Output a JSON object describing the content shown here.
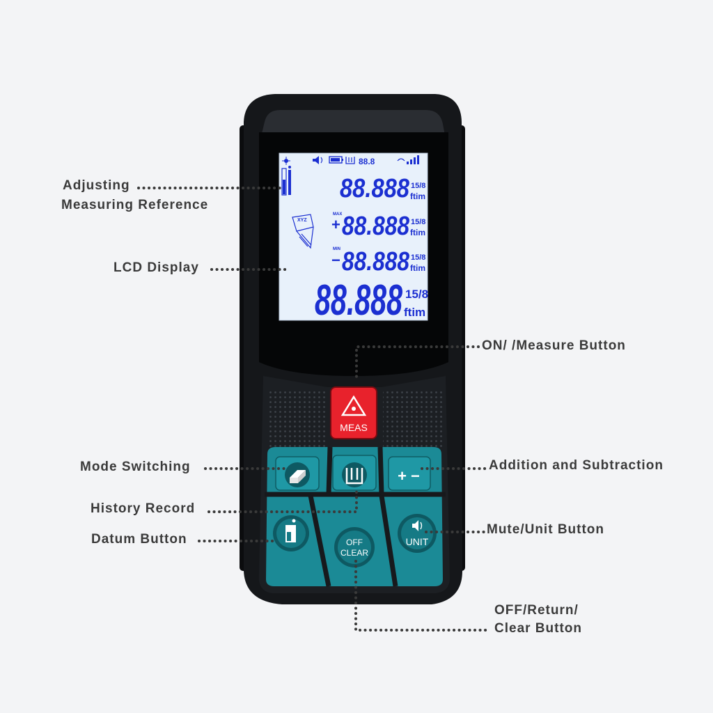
{
  "callouts": {
    "adjusting_line1": "Adjusting",
    "adjusting_line2": "Measuring Reference",
    "lcd_display": "LCD Display",
    "on_measure": "ON/ /Measure Button",
    "mode_switching": "Mode Switching",
    "addition_subtraction": "Addition and Subtraction",
    "history_record": "History Record",
    "datum_button": "Datum Button",
    "mute_unit": "Mute/Unit Button",
    "off_line1": "OFF/Return/",
    "off_line2": "Clear Button"
  },
  "lcd": {
    "status_value": "88.8",
    "row1": "88.888",
    "row2": "88.888",
    "row3": "88.888",
    "row4": "88.888",
    "max_label": "MAX",
    "min_label": "MIN",
    "fraction": "15/8",
    "unit": "ftim",
    "xyz": "XYZ"
  },
  "buttons": {
    "meas_label": "MEAS",
    "off_line1": "OFF",
    "off_line2": "CLEAR",
    "unit_label": "UNIT",
    "plus_minus": "+ −"
  },
  "colors": {
    "body": "#141619",
    "lcd_bg": "#e8f1fb",
    "lcd_text": "#1b2fd1",
    "teal": "#1b8a96",
    "red": "#e8222c",
    "leader": "#3a3a3a"
  }
}
